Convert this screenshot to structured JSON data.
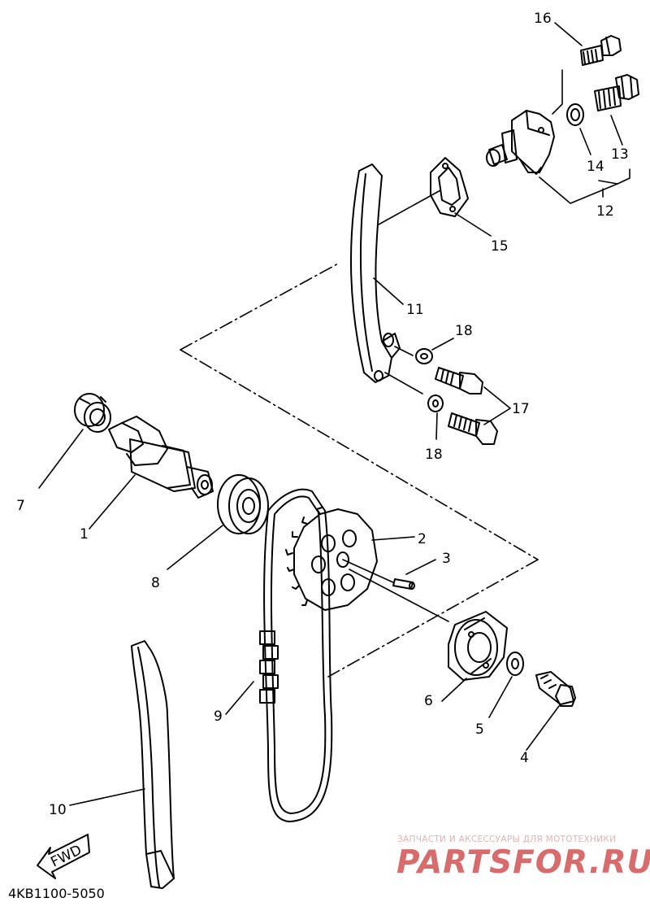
{
  "diagram": {
    "part_code": "4KB1100-5050",
    "fwd_label": "FWD",
    "callouts": [
      "1",
      "2",
      "3",
      "4",
      "5",
      "6",
      "7",
      "8",
      "9",
      "10",
      "11",
      "12",
      "13",
      "14",
      "15",
      "16",
      "17",
      "18",
      "18"
    ]
  },
  "watermark": {
    "tagline": "ЗАПЧАСТИ И АКСЕССУАРЫ ДЛЯ МОТОТЕХНИКИ",
    "brand": "PARTSFOR.RU"
  },
  "colors": {
    "line": "#000000",
    "watermark_text": "#e1b3b3",
    "watermark_brand": "#d86b6b"
  }
}
